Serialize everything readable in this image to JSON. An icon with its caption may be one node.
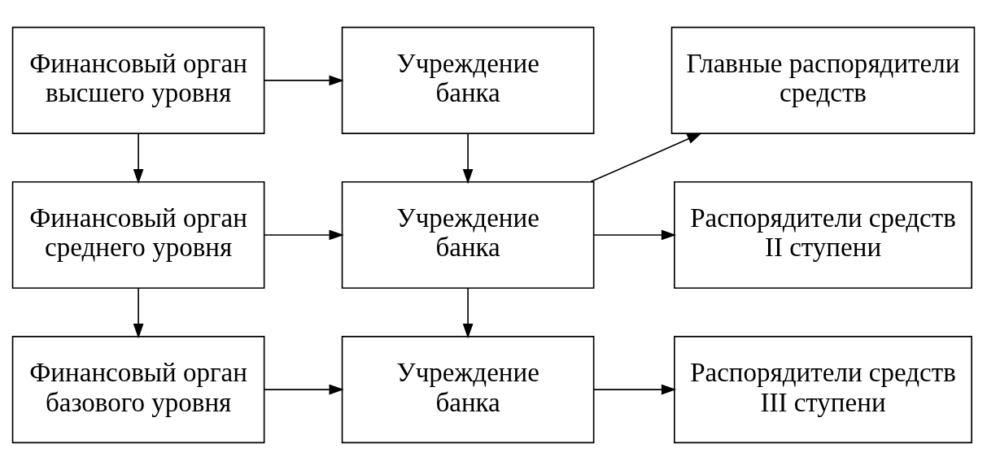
{
  "diagram": {
    "nodes": [
      {
        "text": [
          "Финансовый орган высшего уровня"
        ]
      },
      {
        "text": [
          "Учреждение банка"
        ]
      },
      {
        "text": [
          "Главные распорядители средств"
        ]
      },
      {
        "text": [
          "Финансовый орган среднего уровня"
        ]
      },
      {
        "text": [
          "Учреждение банка"
        ]
      },
      {
        "text": [
          "Распорядители средств II ступени"
        ]
      },
      {
        "text": [
          "Финансовый орган базового уровня"
        ]
      },
      {
        "text": [
          "Учреждение банка"
        ]
      },
      {
        "text": [
          "Распорядители средств III ступени"
        ]
      }
    ],
    "edges": [
      {
        "from": 0,
        "to": 1,
        "arrow": "to"
      },
      {
        "from": 0,
        "to": 3,
        "arrow": "to"
      },
      {
        "from": 1,
        "to": 4,
        "arrow": "to"
      },
      {
        "from": 4,
        "to": 2,
        "arrow": "to"
      },
      {
        "from": 3,
        "to": 4,
        "arrow": "to"
      },
      {
        "from": 4,
        "to": 5,
        "arrow": "to"
      },
      {
        "from": 3,
        "to": 6,
        "arrow": "to"
      },
      {
        "from": 4,
        "to": 7,
        "arrow": "to"
      },
      {
        "from": 6,
        "to": 7,
        "arrow": "to"
      },
      {
        "from": 7,
        "to": 8,
        "arrow": "to"
      }
    ]
  }
}
